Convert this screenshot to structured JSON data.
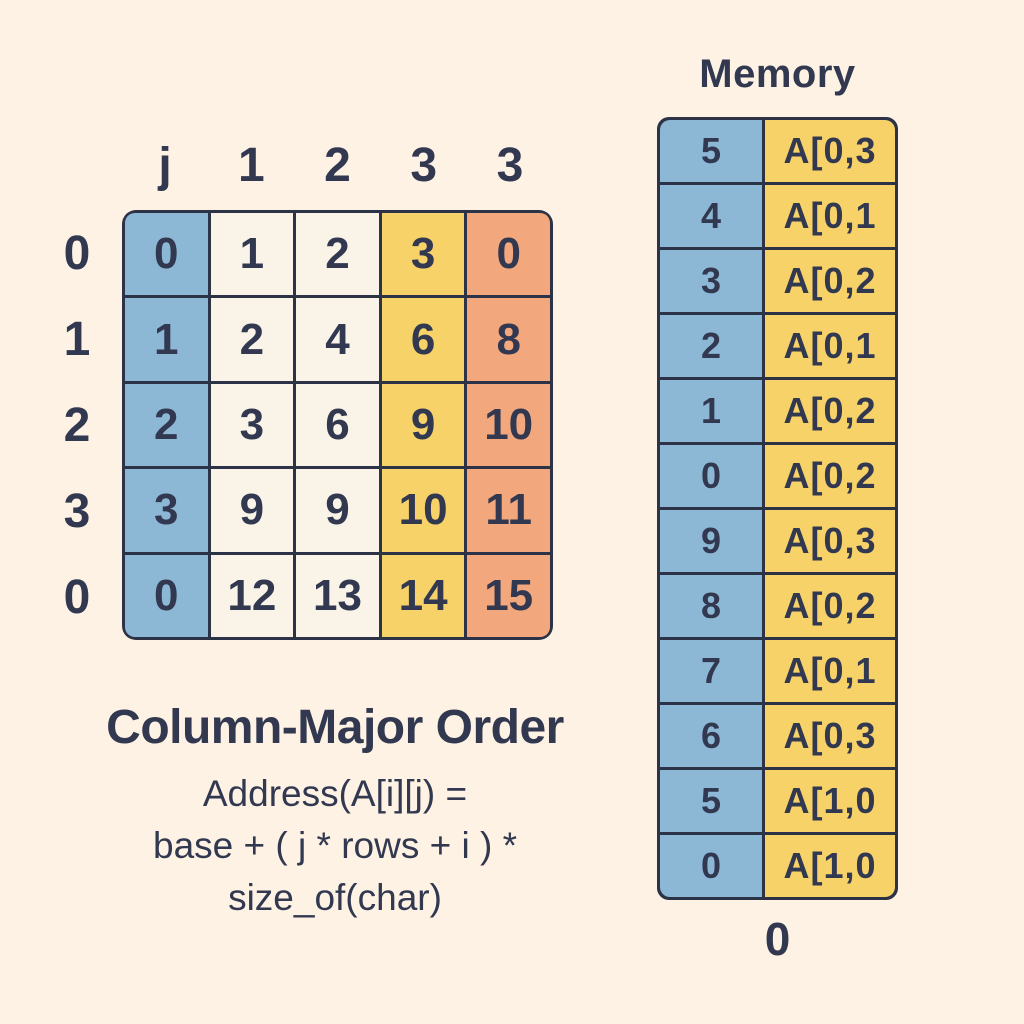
{
  "colors": {
    "background": "#fdf2e3",
    "ink": "#313850",
    "border": "#2d3347",
    "blue": "#8cb8d6",
    "cream": "#faf4e8",
    "yellow": "#f6d269",
    "salmon": "#f3a77d"
  },
  "matrix": {
    "col_headers": [
      "j",
      "1",
      "2",
      "3",
      "3"
    ],
    "row_labels": [
      "0",
      "1",
      "2",
      "3",
      "0"
    ],
    "rows": [
      [
        "0",
        "1",
        "2",
        "3",
        "0"
      ],
      [
        "1",
        "2",
        "4",
        "6",
        "8"
      ],
      [
        "2",
        "3",
        "6",
        "9",
        "10"
      ],
      [
        "3",
        "9",
        "9",
        "10",
        "11"
      ],
      [
        "0",
        "12",
        "13",
        "14",
        "15"
      ]
    ]
  },
  "memory": {
    "title": "Memory",
    "rows": [
      {
        "address": "5",
        "label": "A[0,3"
      },
      {
        "address": "4",
        "label": "A[0,1"
      },
      {
        "address": "3",
        "label": "A[0,2"
      },
      {
        "address": "2",
        "label": "A[0,1"
      },
      {
        "address": "1",
        "label": "A[0,2"
      },
      {
        "address": "0",
        "label": "A[0,2"
      },
      {
        "address": "9",
        "label": "A[0,3"
      },
      {
        "address": "8",
        "label": "A[0,2"
      },
      {
        "address": "7",
        "label": "A[0,1"
      },
      {
        "address": "6",
        "label": "A[0,3"
      },
      {
        "address": "5",
        "label": "A[1,0"
      },
      {
        "address": "0",
        "label": "A[1,0"
      }
    ],
    "footer": "0"
  },
  "caption": {
    "title": "Column-Major Order",
    "formula_lines": [
      "Address(A[i][j) =",
      "base + ( j * rows + i ) *",
      "size_of(char)"
    ]
  }
}
